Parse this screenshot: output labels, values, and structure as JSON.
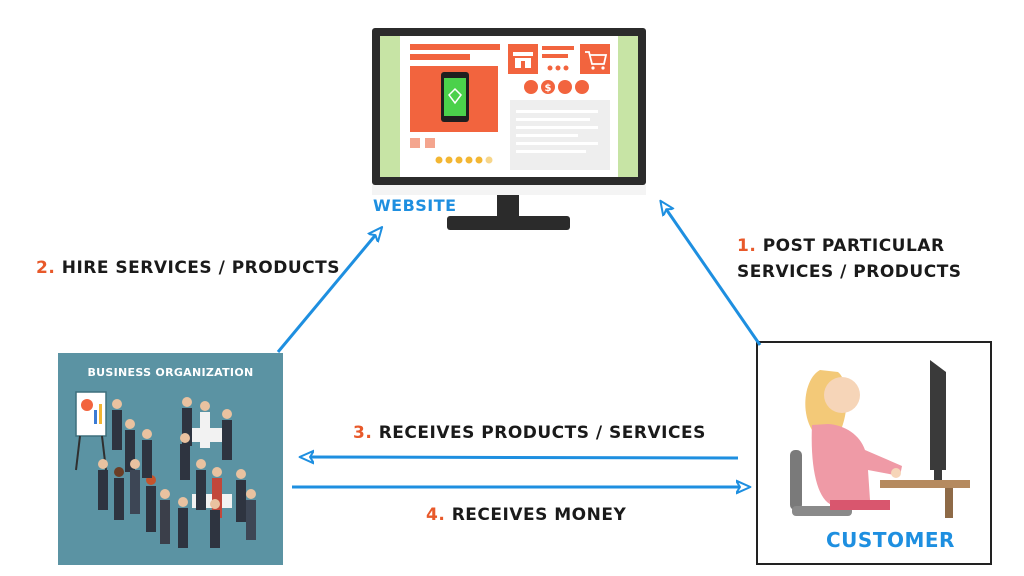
{
  "nodes": {
    "website": {
      "label": "WEBSITE"
    },
    "business": {
      "label": "BUSINESS ORGANIZATION"
    },
    "customer": {
      "label": "CUSTOMER"
    }
  },
  "edges": [
    {
      "num": "1.",
      "text_line1": "POST PARTICULAR",
      "text_line2": "SERVICES / PRODUCTS"
    },
    {
      "num": "2.",
      "text": "HIRE SERVICES / PRODUCTS"
    },
    {
      "num": "3.",
      "text": "RECEIVES PRODUCTS / SERVICES"
    },
    {
      "num": "4.",
      "text": "RECEIVES MONEY"
    }
  ],
  "colors": {
    "arrow": "#1e8fe0",
    "number": "#e8592a",
    "business_bg": "#5b93a3",
    "screen_orange": "#f2643e",
    "screen_green": "#c7e4a5"
  },
  "icons": [
    "cart-icon",
    "store-icon",
    "hearts-icon",
    "dollar-icon",
    "plane-icon",
    "mail-icon",
    "phone-icon",
    "star-icon"
  ]
}
